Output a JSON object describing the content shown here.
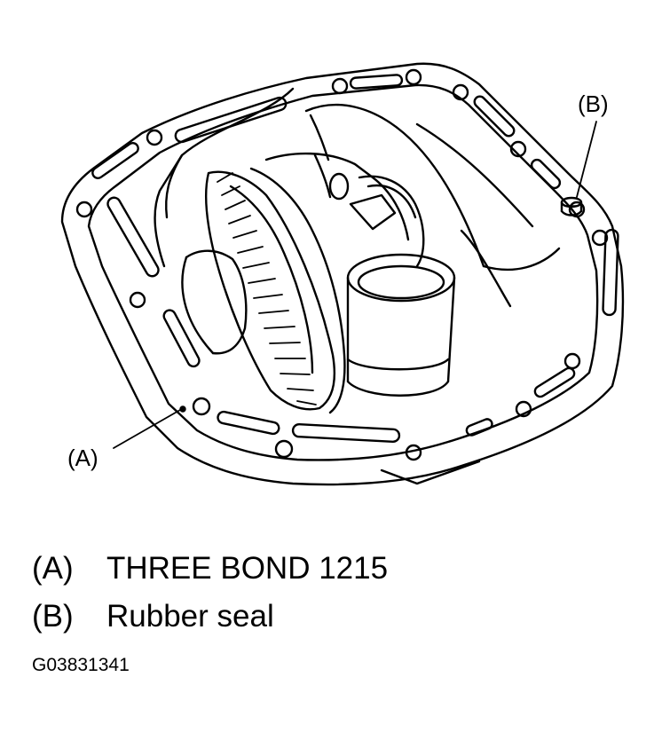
{
  "diagram": {
    "callouts": {
      "a": "(A)",
      "b": "(B)"
    },
    "legend": [
      {
        "code": "(A)",
        "description": "THREE BOND 1215"
      },
      {
        "code": "(B)",
        "description": "Rubber seal"
      }
    ],
    "figure_id": "G03831341"
  }
}
